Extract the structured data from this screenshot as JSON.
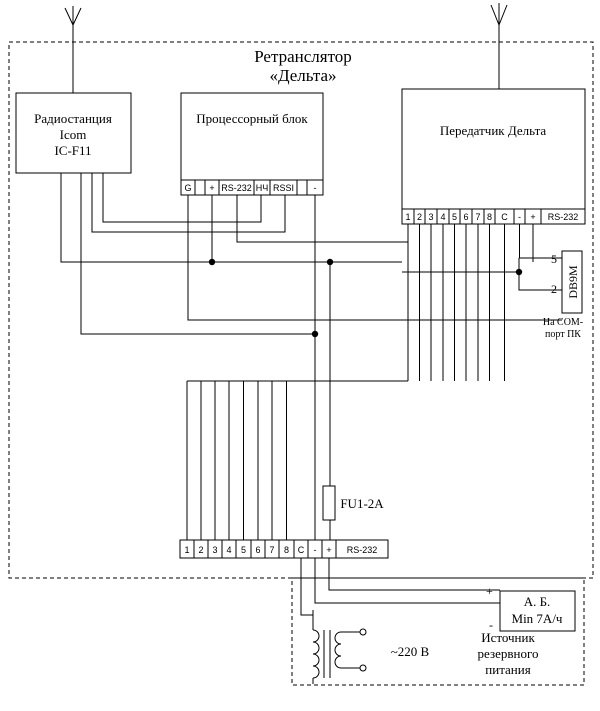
{
  "title": {
    "line1": "Ретранслятор",
    "line2": "«Дельта»"
  },
  "radio": {
    "line1": "Радиостанция",
    "line2": "Icom",
    "line3": "IC-F11"
  },
  "processor": {
    "title": "Процессорный блок",
    "pins": [
      "G",
      "",
      "+",
      "RS-232",
      "НЧ",
      "RSSI",
      "",
      "-"
    ]
  },
  "transmitter": {
    "title": "Передатчик Дельта",
    "pins": [
      "1",
      "2",
      "3",
      "4",
      "5",
      "6",
      "7",
      "8",
      "C",
      "-",
      "+",
      "RS-232"
    ]
  },
  "bottom_terminal": {
    "pins": [
      "1",
      "2",
      "3",
      "4",
      "5",
      "6",
      "7",
      "8",
      "C",
      "-",
      "+",
      "RS-232"
    ]
  },
  "db9": {
    "label": "DB9M",
    "pin5": "5",
    "pin2": "2",
    "note_line1": "На COM-",
    "note_line2": "порт ПК"
  },
  "fuse": {
    "label": "FU1-2A"
  },
  "battery": {
    "line1": "А. Б.",
    "line2": "Min 7А/ч",
    "plus": "+",
    "minus": "-"
  },
  "backup": {
    "line1": "Источник",
    "line2": "резервного",
    "line3": "питания"
  },
  "mains": {
    "label": "~220 В"
  },
  "colors": {
    "line": "#000000",
    "background": "#ffffff"
  }
}
